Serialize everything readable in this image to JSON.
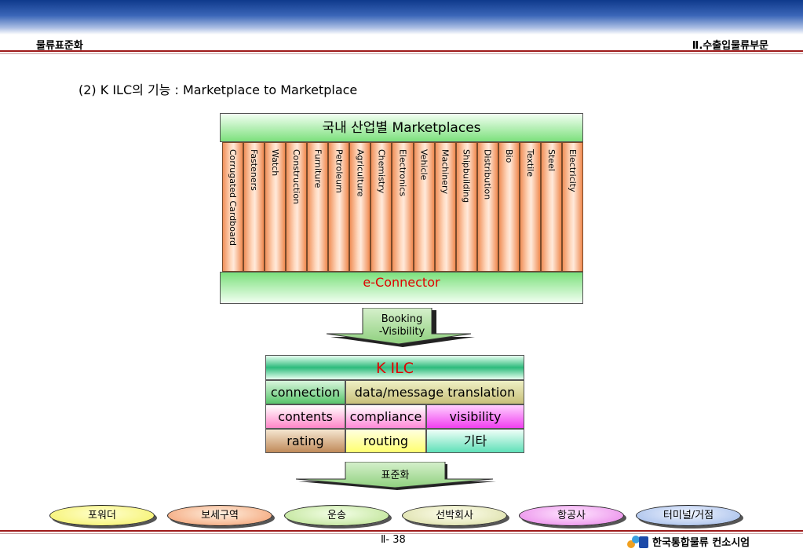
{
  "header": {
    "left_title": "물류표준화",
    "right_title": "Ⅱ.수출입물류부문"
  },
  "subtitle": "(2) K ILC의 기능 : Marketplace to Marketplace",
  "marketplace": {
    "title": "국내 산업별 Marketplaces",
    "industries": [
      "Corrugated Cardboard",
      "Fasteners",
      "Watch",
      "Construction",
      "Furniture",
      "Petroleum",
      "Agriculture",
      "Chemistry",
      "Electronics",
      "Vehicle",
      "Machinery",
      "Shipbuilding",
      "Distribution",
      "Bio",
      "Textile",
      "Steel",
      "Electricity"
    ],
    "connector": "e-Connector"
  },
  "arrow1": {
    "line1": "Booking",
    "line2": "-Visibility"
  },
  "kilc": {
    "title": "K ILC",
    "rows": [
      [
        "connection",
        "data/message translation"
      ],
      [
        "contents",
        "compliance",
        "visibility"
      ],
      [
        "rating",
        "routing",
        "기타"
      ]
    ]
  },
  "arrow2": {
    "label": "표준화"
  },
  "targets": [
    "포워더",
    "보세구역",
    "운송",
    "선박회사",
    "항공사",
    "터미널/거점"
  ],
  "colors": {
    "accent_red": "#e00000",
    "rule_red": "#9e1a1a"
  },
  "footer": {
    "page": "Ⅱ- 38",
    "company": "한국통합물류 컨소시엄"
  }
}
